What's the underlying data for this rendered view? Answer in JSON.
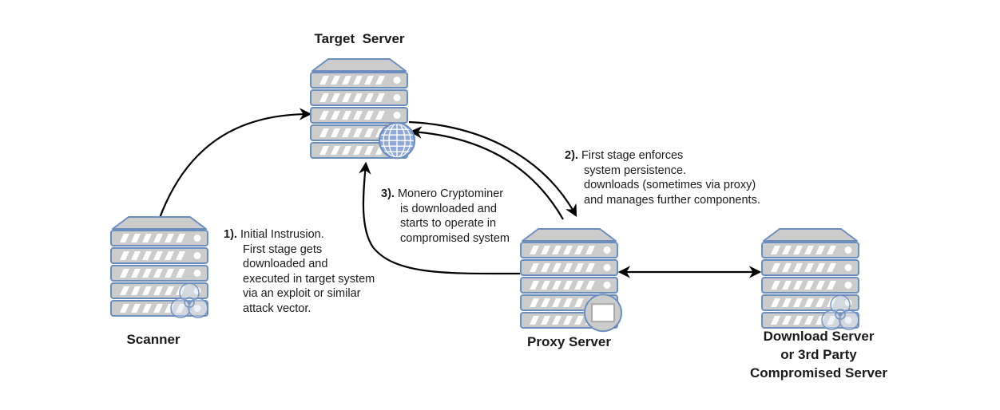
{
  "colors": {
    "server_fill": "#cccccc",
    "server_stroke": "#6c8ebf",
    "stripe": "#ffffff",
    "arrow": "#000000",
    "badge_fill": "#dae3f3"
  },
  "servers": [
    {
      "id": "target",
      "label": "Target  Server",
      "badge_icon": "globe-icon"
    },
    {
      "id": "scanner",
      "label": "Scanner",
      "badge_icon": "biohazard-icon"
    },
    {
      "id": "proxy",
      "label": "Proxy Server",
      "badge_icon": "monitor-icon"
    },
    {
      "id": "download",
      "label_lines": [
        "Download Server",
        "or 3rd Party",
        "Compromised Server"
      ],
      "badge_icon": "biohazard-icon"
    }
  ],
  "notes": {
    "step1": {
      "number": "1).",
      "lines": [
        "Initial Instrusion.",
        "First stage gets",
        "downloaded and",
        "executed in target system",
        "via an exploit or similar",
        "attack vector."
      ]
    },
    "step2": {
      "number": "2).",
      "lines": [
        "First stage enforces",
        "system persistence.",
        "downloads (sometimes via proxy)",
        "and manages further components."
      ]
    },
    "step3": {
      "number": "3).",
      "lines": [
        "Monero Cryptominer",
        "is downloaded and",
        "starts to operate in",
        "compromised system"
      ]
    }
  },
  "arrows": [
    {
      "from": "scanner",
      "to": "target",
      "direction": "one-way"
    },
    {
      "from": "target",
      "to": "proxy",
      "direction": "one-way"
    },
    {
      "from": "proxy",
      "to": "target",
      "direction": "one-way"
    },
    {
      "from": "proxy",
      "to": "target",
      "direction": "one-way",
      "route": "curved-left"
    },
    {
      "from": "proxy",
      "to": "download",
      "direction": "two-way"
    }
  ]
}
